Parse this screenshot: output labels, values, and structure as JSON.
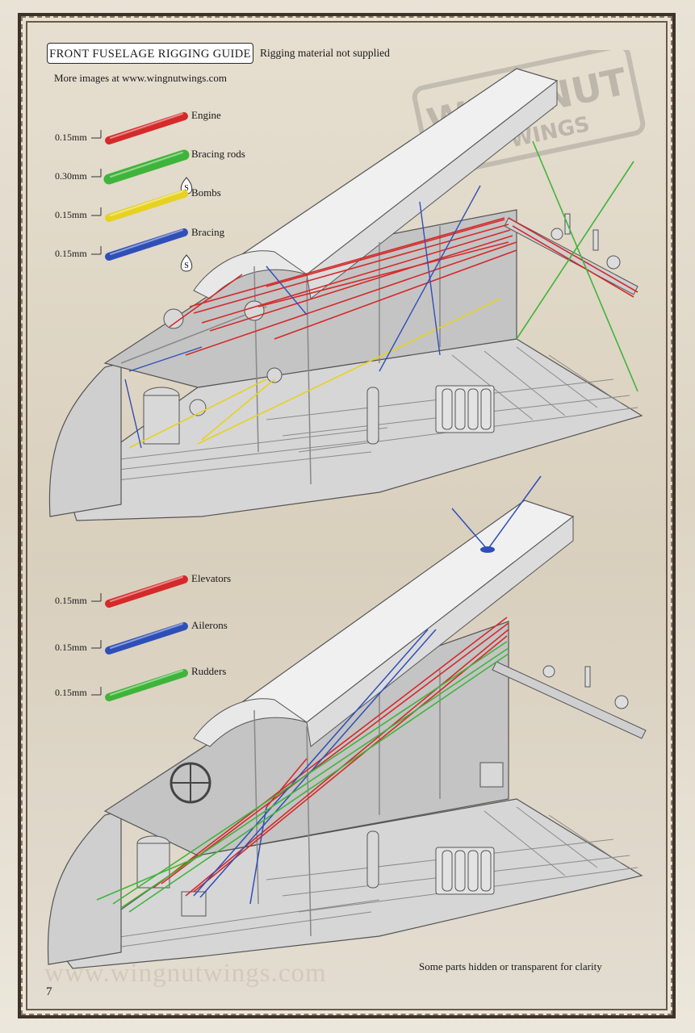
{
  "header": {
    "title": "FRONT FUSELAGE RIGGING GUIDE",
    "subtitle": "Rigging material not supplied",
    "more_images": "More images at www.wingnutwings.com"
  },
  "watermark": {
    "line1": "WINGNUT",
    "line2": "WINGS"
  },
  "legend_top": [
    {
      "label": "Engine",
      "size": "0.15mm",
      "color": "#d42a2a"
    },
    {
      "label": "Bracing rods",
      "size": "0.30mm",
      "color": "#3fb43a",
      "badge": "S"
    },
    {
      "label": "Bombs",
      "size": "0.15mm",
      "color": "#e6d21f"
    },
    {
      "label": "Bracing",
      "size": "0.15mm",
      "color": "#2f4fb8",
      "badge": "S"
    }
  ],
  "legend_bottom": [
    {
      "label": "Elevators",
      "size": "0.15mm",
      "color": "#d42a2a"
    },
    {
      "label": "Ailerons",
      "size": "0.15mm",
      "color": "#2f4fb8"
    },
    {
      "label": "Rudders",
      "size": "0.15mm",
      "color": "#3fb43a"
    }
  ],
  "footer": {
    "website": "www.wingnutwings.com",
    "page_number": "7",
    "note": "Some parts hidden or transparent for clarity"
  },
  "colors": {
    "frame": "#3e3328",
    "engine": "#d42a2a",
    "bracing_rods": "#3fb43a",
    "bombs": "#e6d21f",
    "bracing": "#2f4fb8",
    "structure": "#c8c8c8"
  }
}
